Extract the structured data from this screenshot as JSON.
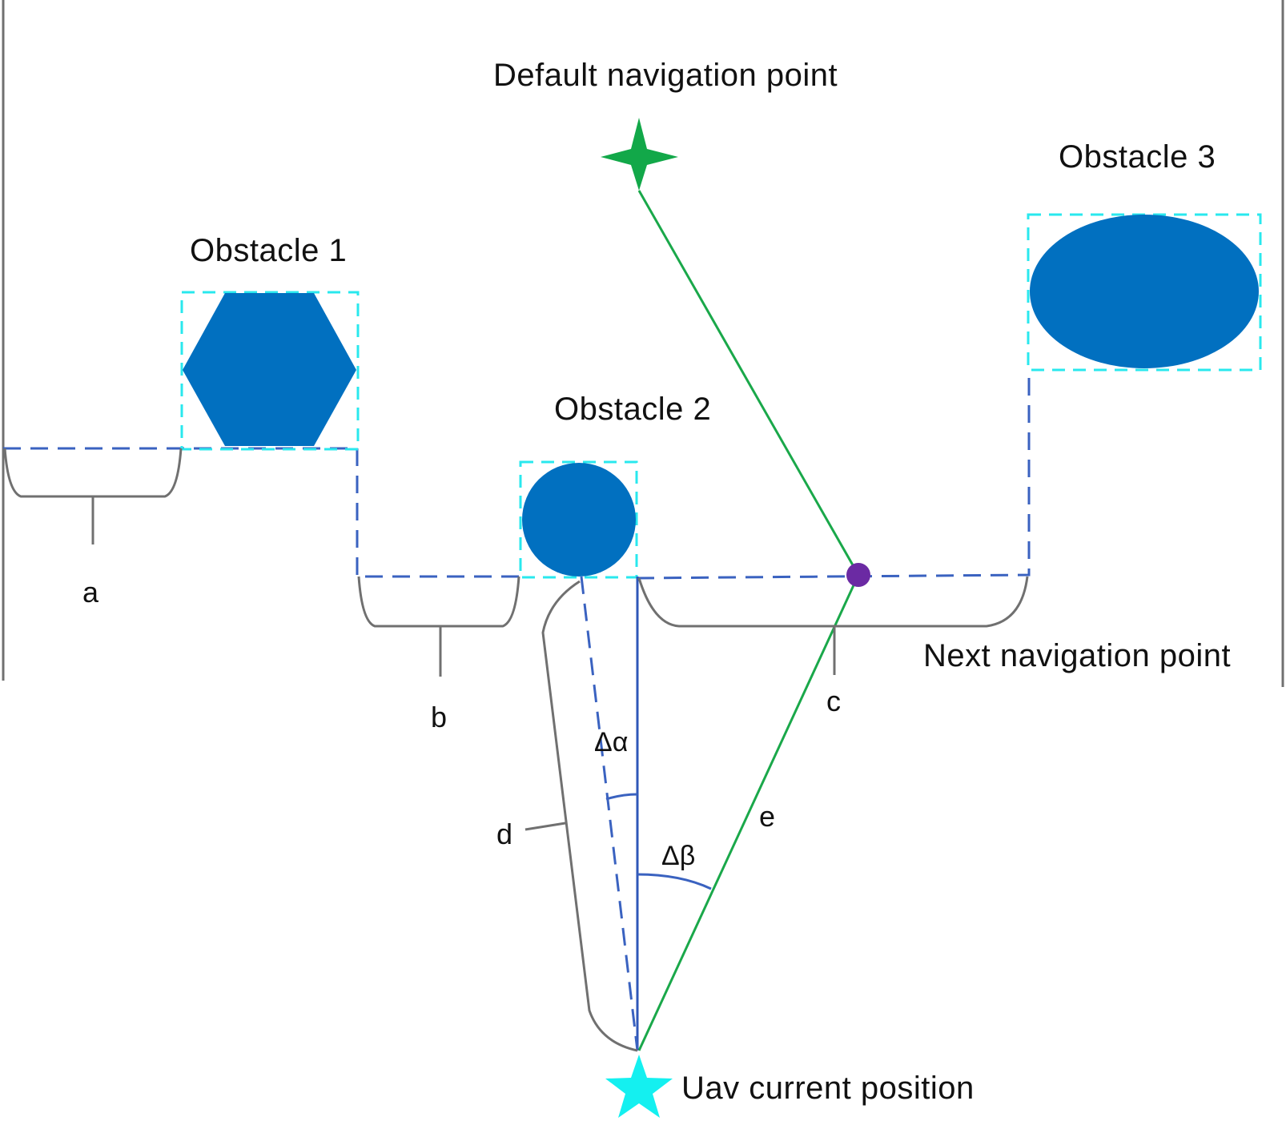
{
  "labels": {
    "default_nav_point": "Default navigation point",
    "obstacle_1": "Obstacle 1",
    "obstacle_2": "Obstacle 2",
    "obstacle_3": "Obstacle 3",
    "next_nav_point": "Next navigation point",
    "uav_position": "Uav current position",
    "gap_a": "a",
    "gap_b": "b",
    "gap_c": "c",
    "dist_d": "d",
    "dist_e": "e",
    "angle_alpha": "Δα",
    "angle_beta": "Δβ"
  },
  "colors": {
    "obstacle_fill": "#0170c0",
    "bounding_box": "#29e8ee",
    "boundary_dashed": "#3a62c0",
    "path_green": "#1aa84a",
    "default_star": "#12a849",
    "uav_star": "#14f0f0",
    "next_point": "#6b2aa3",
    "brace_gray": "#707070",
    "heading_line": "#2f57b8"
  },
  "icons": {
    "default_nav_point": "four-point-star-icon",
    "uav_position": "five-point-star-icon",
    "next_nav_point": "dot-icon"
  }
}
